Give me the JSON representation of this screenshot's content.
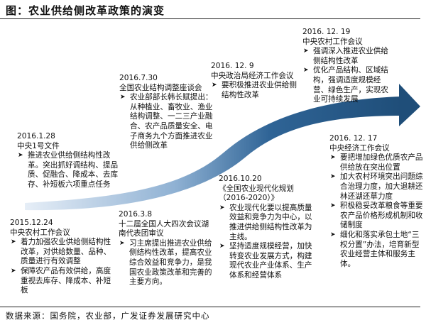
{
  "title": "图：农业供给侧改革政策的演变",
  "source": "数据来源：国务院，农业部，广发证券发展研究中心",
  "colors": {
    "arrow_start": "#dce8f3",
    "arrow_end": "#1f4e79"
  },
  "events": [
    {
      "date": "2015.12.24",
      "org": "中央农村工作会议",
      "bullets": [
        "着力加强农业供给侧结构性改革，对供给数量、品种、质量进行有效调整",
        "保障农产品有效供给，高度重视去库存、降成本、补短板"
      ]
    },
    {
      "date": "2016.1.28",
      "org": "中央1号文件",
      "bullets": [
        "推进农业供给侧结构性改革。突出抓好调结构、提品质、促融合、降成本、去库存、补短板六项重点任务"
      ]
    },
    {
      "date": "2016.3.8",
      "org": "十二届全国人大四次会议湖南代表团审议",
      "bullets": [
        "习主席提出推进农业供给侧结构性改革，提高农业综合效益和竞争力，是我国农业政策改革和完善的主要方向。"
      ]
    },
    {
      "date": "2016.7.30",
      "org": "全国农业结构调整座谈会",
      "bullets": [
        "农业部部长韩长赋提出：从种植业、畜牧业、渔业结构调整、一二三产业融合、农产品质量安全、电子商务九个方面推进农业供给侧改革"
      ]
    },
    {
      "date": "2016.10.20",
      "org": "《全国农业现代化规划（2016-2020）》",
      "bullets": [
        "农业现代化要以提高质量效益和竞争力为中心，以推进供给侧结构性改革为主线。",
        "坚持适度规模经营，加快转变农业发展方式，构建现代农业产业体系、生产体系和经营体系"
      ]
    },
    {
      "date": "2016. 12. 9",
      "org": "中央政治局经济工作会议",
      "bullets": [
        "要积极推进农业供给侧结构性改革"
      ]
    },
    {
      "date": "2016. 12. 17",
      "org": "中央经济工作会议",
      "bullets": [
        "要把增加绿色优质农产品供给放在突出位置",
        "加大农村环境突出问题综合治理力度，加大退耕还林还湖还草力度",
        "积极稳妥改革粮食等重要农产品价格形成机制和收储制度",
        "细化和落实承包土地“三权分置”办法，培育新型农业经营主体和服务主体。"
      ]
    },
    {
      "date": "2016. 12. 19",
      "org": "中央农村工作会议",
      "bullets": [
        "强调深入推进农业供给侧结构性改革",
        "优化产品结构、区域结构，强调适度规模经营、绿色生产，实现农业可持续发展"
      ]
    }
  ]
}
